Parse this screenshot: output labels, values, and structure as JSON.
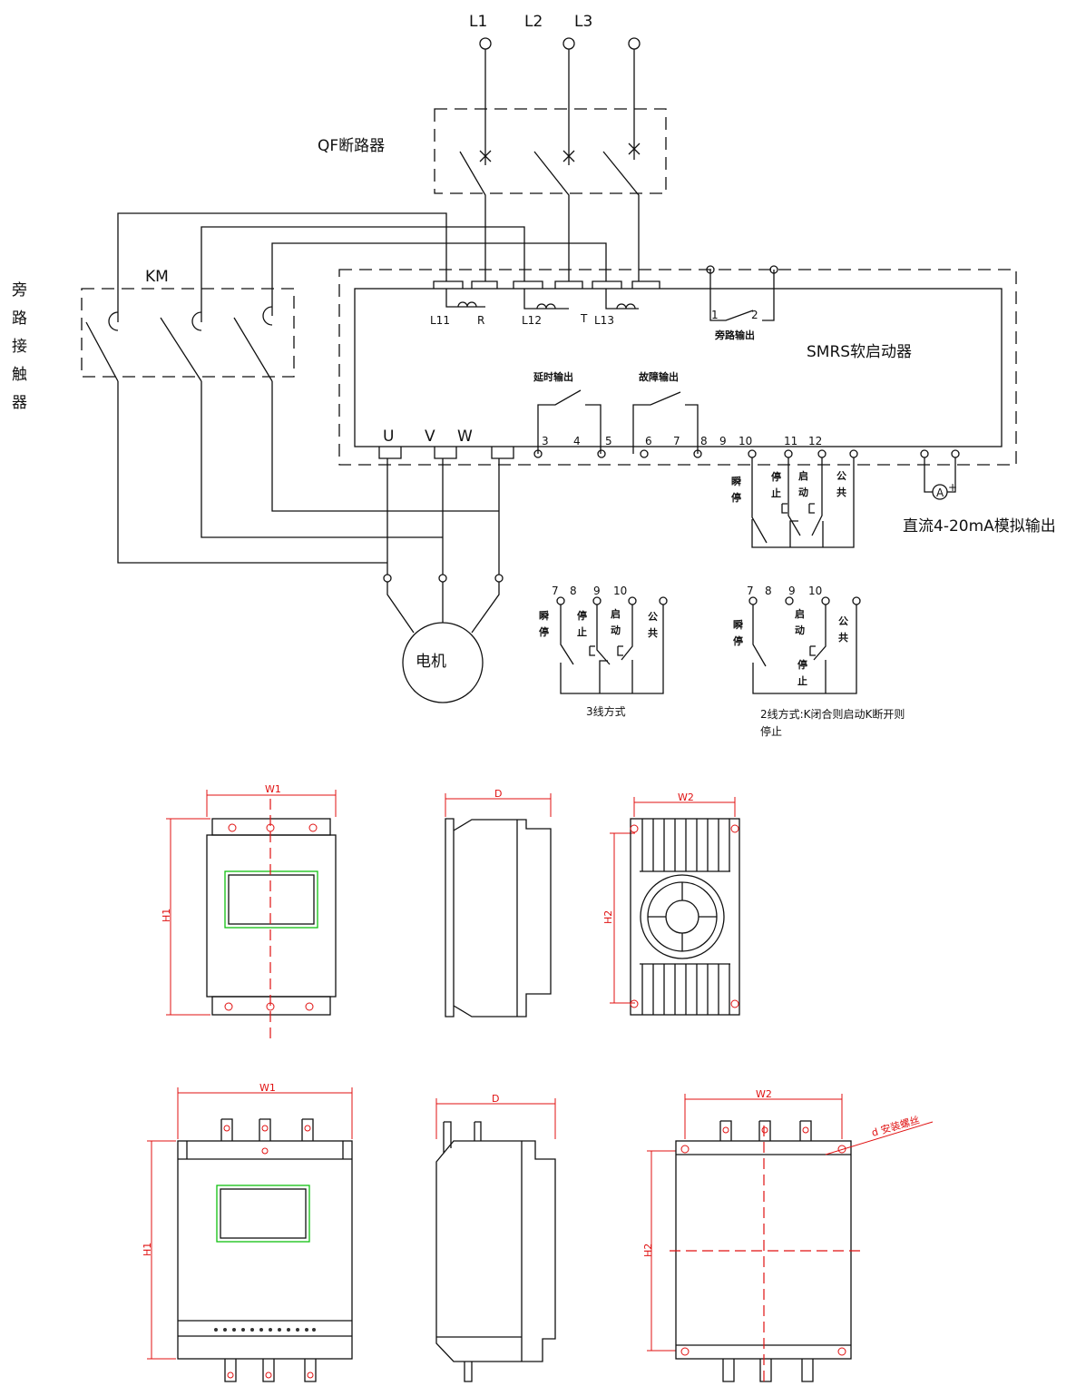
{
  "phases": [
    "L1",
    "L2",
    "L3"
  ],
  "breaker_label": "QF断路器",
  "bypass_contactor": {
    "label": "KM",
    "vertical_label": [
      "旁",
      "路",
      "接",
      "触",
      "器"
    ]
  },
  "soft_starter": {
    "title": "SMRS软启动器",
    "input_terminals": [
      "L11",
      "R",
      "L12",
      "T",
      "L13"
    ],
    "bypass_output": {
      "label": "旁路输出",
      "contacts": [
        "1",
        "2"
      ]
    },
    "delay_output": "延时输出",
    "fault_output": "故障输出",
    "output_terminals": [
      "U",
      "V",
      "W"
    ],
    "numbers": [
      "3",
      "4",
      "5",
      "6",
      "7",
      "8",
      "9",
      "10",
      "11",
      "12"
    ]
  },
  "control": {
    "instant_stop": [
      "瞬",
      "停"
    ],
    "stop": [
      "停",
      "止"
    ],
    "start": [
      "启",
      "动"
    ],
    "common": [
      "公",
      "共"
    ]
  },
  "analog_output": {
    "meter": "A",
    "plus": "+",
    "label": "直流4-20mA模拟输出"
  },
  "motor": "电机",
  "three_wire": {
    "numbers": [
      "7",
      "8",
      "9",
      "10"
    ],
    "label": "3线方式"
  },
  "two_wire": {
    "numbers": [
      "7",
      "8",
      "9",
      "10"
    ],
    "label_line1": "2线方式:K闭合则启动K断开则",
    "label_line2": "停止"
  },
  "dimensions": {
    "w1": "W1",
    "h1": "H1",
    "d": "D",
    "w2": "W2",
    "h2": "H2",
    "screw": "d 安装螺丝"
  },
  "colors": {
    "line": "#111111",
    "dimension": "#e01010",
    "display": "#10c010"
  }
}
